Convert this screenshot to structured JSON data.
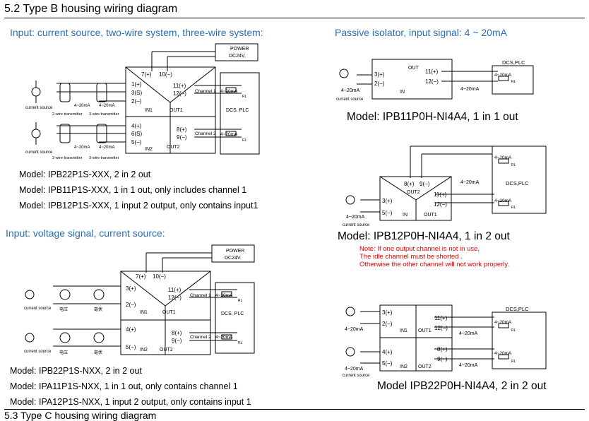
{
  "section_title": "5.2 Type B housing wiring diagram",
  "next_section_title": "5.3 Type C housing wiring diagram",
  "headers": {
    "current": "Input: current source, two-wire system, three-wire system:",
    "voltage": "Input: voltage signal, current source:",
    "passive": "Passive isolator, input signal: 4 ~ 20mA"
  },
  "models_current": [
    "Model: IPB22P1S-XXX, 2 in 2 out",
    "Model: IPB11P1S-XXX, 1 in 1 out, only includes channel 1",
    "Model: IPB12P1S-XXX, 1 input 2 output, only contains input1"
  ],
  "models_voltage": [
    "Model: IPB22P1S-NXX, 2 in 2 out",
    "Model: IPA11P1S-NXX, 1 in 1 out, only contains channel 1",
    "Model: IPA12P1S-NXX, 1 input 2 output, only contains input 1"
  ],
  "models_passive": [
    "Model: IPB11P0H-NI4A4, 1 in 1 out",
    "Model: IPB12P0H-NI4A4, 1 in 2 out",
    "Model IPB22P0H-NI4A4, 2 in 2 out"
  ],
  "note_lines": [
    "Note: If one output channel is not in use,",
    "The idle channel must be shorted .",
    "Otherwise the other channel will not work properly."
  ],
  "labels": {
    "power": "POWER",
    "dc24v": "DC24V.",
    "dcs_plc": "DCS. PLC",
    "dcs_plc2": "DCS,PLC",
    "current_source": "current source",
    "two_wire": "2-wire transmitter",
    "three_wire": "3-wire transmitter",
    "ma": "4~20mA",
    "rl": "RL",
    "ch1": "Channel 1",
    "ch2": "Channel 2",
    "in1": "IN1",
    "in2": "IN2",
    "out1": "OUT1",
    "out2": "OUT2",
    "in": "IN",
    "out": "OUT",
    "t_7p": "7(+)",
    "t_10m": "10(−)",
    "t_1p": "1(+)",
    "t_3s": "3(S)",
    "t_2m": "2(−)",
    "t_4p": "4(+)",
    "t_6s": "6(S)",
    "t_5m": "5(−)",
    "t_11p": "11(+)",
    "t_12m": "12(−)",
    "t_8p": "8(+)",
    "t_9m": "9(−)",
    "t_3p": "3(+)",
    "t_4p2": "4(+)",
    "t_5m2": "5(−)",
    "dianya": "电压",
    "haofu": "毫伏"
  }
}
